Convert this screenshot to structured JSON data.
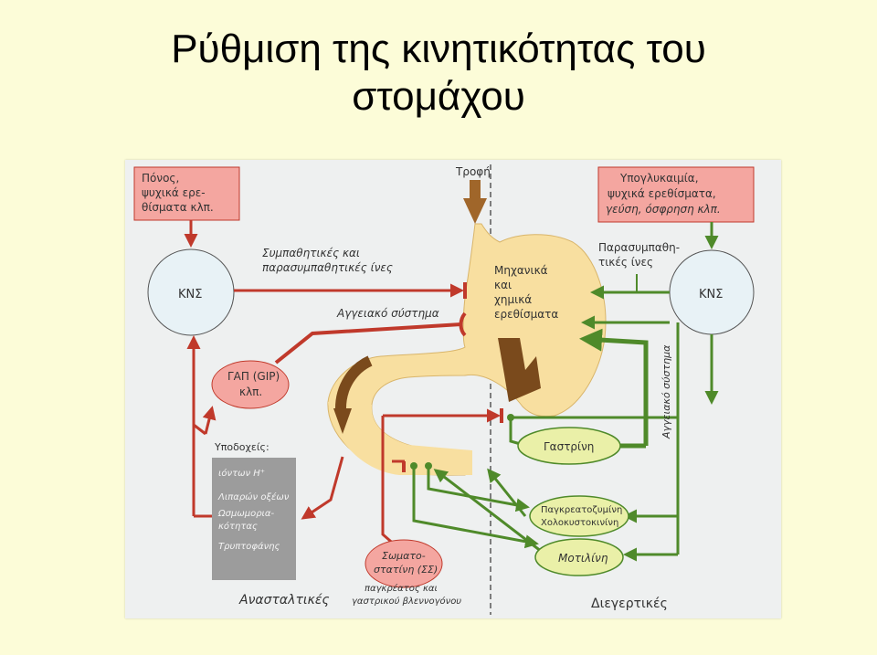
{
  "title": {
    "line1": "Ρύθμιση της κινητικότητας του",
    "line2": "στομάχου"
  },
  "diagram": {
    "box_left": [
      "Πόνος,",
      "ψυχικά ερε-",
      "θίσματα κλπ."
    ],
    "box_right": [
      "Υπογλυκαιμία,",
      "ψυχικά ερεθίσματα,",
      "γεύση, όσφρηση κλπ."
    ],
    "food": "Τροφή",
    "cns_left": "ΚΝΣ",
    "cns_right": "ΚΝΣ",
    "sympathetic": [
      "Συμπαθητικές και",
      "παρασυμπαθητικές ίνες"
    ],
    "vascular_left": "Αγγειακό σύστημα",
    "parasympathetic": [
      "Παρασυμπαθη-",
      "τικές ίνες"
    ],
    "stimuli": [
      "Μηχανικά",
      "και",
      "χημικά",
      "ερεθίσματα"
    ],
    "gip": [
      "ΓΑΠ (GIP)",
      "κλπ."
    ],
    "receptors_title": "Υποδοχείς:",
    "receptors": [
      "ιόντων H⁺",
      "Λιπαρών οξέων",
      "Ωσμωμοριακότητας",
      "Τρυπτοφάνης"
    ],
    "receptors_display": [
      "ιόντων H⁺",
      "Λιπαρών οξέων",
      "Ωσμωμορια-",
      "κότητας",
      "Τρυπτοφάνης"
    ],
    "gastrin": "Γαστρίνη",
    "vascular_right": "Αγγειακό σύστημα",
    "pancreozymin": [
      "Παγκρεατοζυμίνη",
      "Χολοκυστοκινίνη"
    ],
    "motilin": "Μοτιλίνη",
    "somatostatin": [
      "Σωματο-",
      "στατίνη (ΣΣ)",
      "παγκρέατος και",
      "γαστρικού βλεννογόνου"
    ],
    "inhibitory": "Ανασταλτικές",
    "excitatory": "Διεγερτικές",
    "colors": {
      "red": "#c0392b",
      "green": "#4f8a2a",
      "pink_box": "#f4a6a0",
      "ellipse_green": "#eaf0a8",
      "stomach": "#f8dfa0",
      "brown": "#7a4a1c",
      "cns_fill": "#e8f2f6"
    }
  }
}
